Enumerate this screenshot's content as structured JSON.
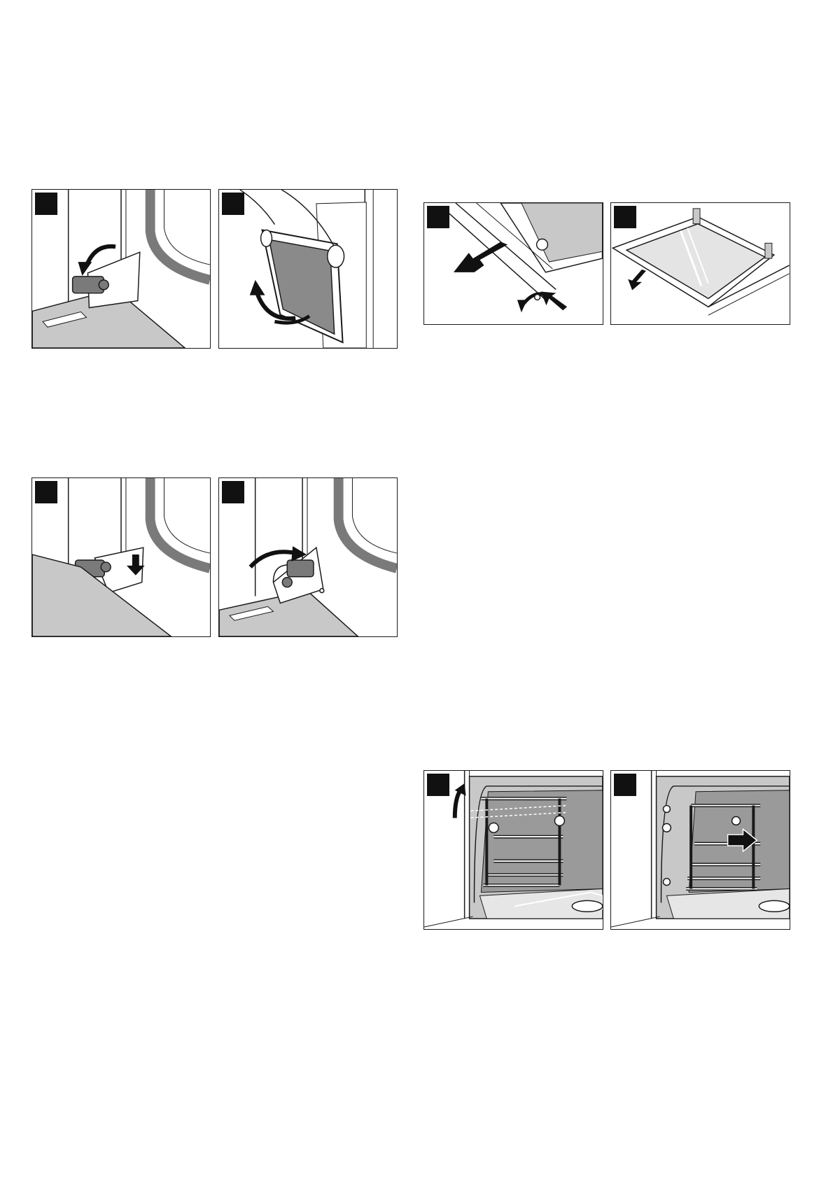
{
  "figures": [
    {
      "id": "hinge-lever-open",
      "step": ""
    },
    {
      "id": "door-lift-off",
      "step": ""
    },
    {
      "id": "door-pane-release",
      "step": ""
    },
    {
      "id": "door-pane-remove",
      "step": ""
    },
    {
      "id": "hinge-lever-insert",
      "step": ""
    },
    {
      "id": "hinge-lever-close",
      "step": ""
    },
    {
      "id": "shelf-rail-lift",
      "step": ""
    },
    {
      "id": "shelf-rail-pull",
      "step": ""
    }
  ],
  "colors": {
    "line": "#1a1a1a",
    "fill_gray": "#c8c8c8",
    "dark_gray": "#7a7a7a",
    "badge": "#111111"
  }
}
